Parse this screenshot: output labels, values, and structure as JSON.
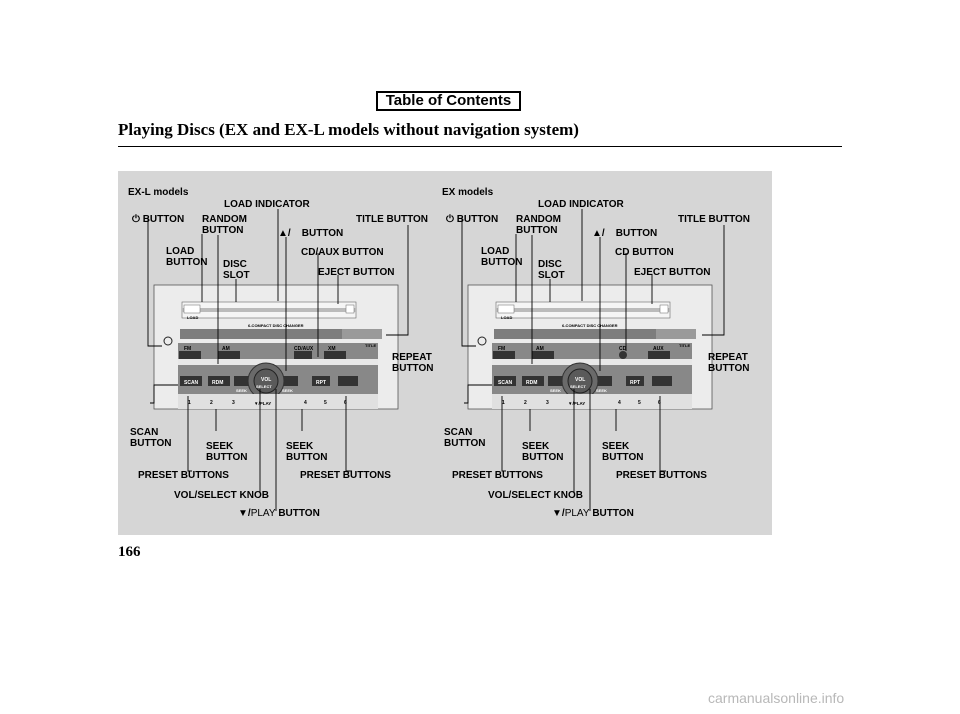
{
  "toc_link": "Table of Contents",
  "heading": "Playing Discs (EX and EX-L models without navigation system)",
  "page_number": "166",
  "watermark": "carmanualsonline.info",
  "exl": {
    "model_label": "EX-L models",
    "power_button": "BUTTON",
    "random_button": "RANDOM\nBUTTON",
    "load_indicator": "LOAD INDICATOR",
    "eject_up_button": "▲/    BUTTON",
    "title_button": "TITLE BUTTON",
    "load_button": "LOAD\nBUTTON",
    "disc_slot": "DISC\nSLOT",
    "cd_aux_button": "CD/AUX BUTTON",
    "eject_button": "EJECT BUTTON",
    "repeat_button": "REPEAT\nBUTTON",
    "scan_button": "SCAN\nBUTTON",
    "seek_left": "SEEK\nBUTTON",
    "seek_right": "SEEK\nBUTTON",
    "preset_left": "PRESET BUTTONS",
    "preset_right": "PRESET BUTTONS",
    "vol_knob": "VOL/SELECT KNOB",
    "play_button": "▼/",
    "play_word": "PLAY",
    "play_btn_word": "BUTTON"
  },
  "ex": {
    "model_label": "EX models",
    "power_button": "BUTTON",
    "random_button": "RANDOM\nBUTTON",
    "load_indicator": "LOAD INDICATOR",
    "eject_up_button": "▲/    BUTTON",
    "title_button": "TITLE BUTTON",
    "load_button": "LOAD\nBUTTON",
    "disc_slot": "DISC\nSLOT",
    "cd_button": "CD BUTTON",
    "eject_button": "EJECT BUTTON",
    "repeat_button": "REPEAT\nBUTTON",
    "scan_button": "SCAN\nBUTTON",
    "seek_left": "SEEK\nBUTTON",
    "seek_right": "SEEK\nBUTTON",
    "preset_left": "PRESET BUTTONS",
    "preset_right": "PRESET BUTTONS",
    "vol_knob": "VOL/SELECT KNOB",
    "play_button": "▼/",
    "play_word": "PLAY",
    "play_btn_word": "BUTTON"
  },
  "radio_exl": {
    "load": "LOAD",
    "changer": "6-COMPACT DISC CHANGER",
    "title": "TITLE",
    "fm": "FM",
    "am": "AM",
    "cdaux": "CD/AUX",
    "xm": "XM",
    "scan": "SCAN",
    "rdm": "RDM",
    "vol": "VOL",
    "select": "SELECT",
    "rpt": "RPT",
    "seek": "SEEK",
    "presets": [
      "1",
      "2",
      "3",
      "4",
      "5",
      "6"
    ],
    "play": "▼/PLAY"
  },
  "radio_ex": {
    "load": "LOAD",
    "changer": "6-COMPACT DISC CHANGER",
    "title": "TITLE",
    "fm": "FM",
    "am": "AM",
    "cd": "CD",
    "aux": "AUX",
    "scan": "SCAN",
    "rdm": "RDM",
    "vol": "VOL",
    "select": "SELECT",
    "rpt": "RPT",
    "seek": "SEEK",
    "presets": [
      "1",
      "2",
      "3",
      "4",
      "5",
      "6"
    ],
    "play": "▼/PLAY"
  }
}
